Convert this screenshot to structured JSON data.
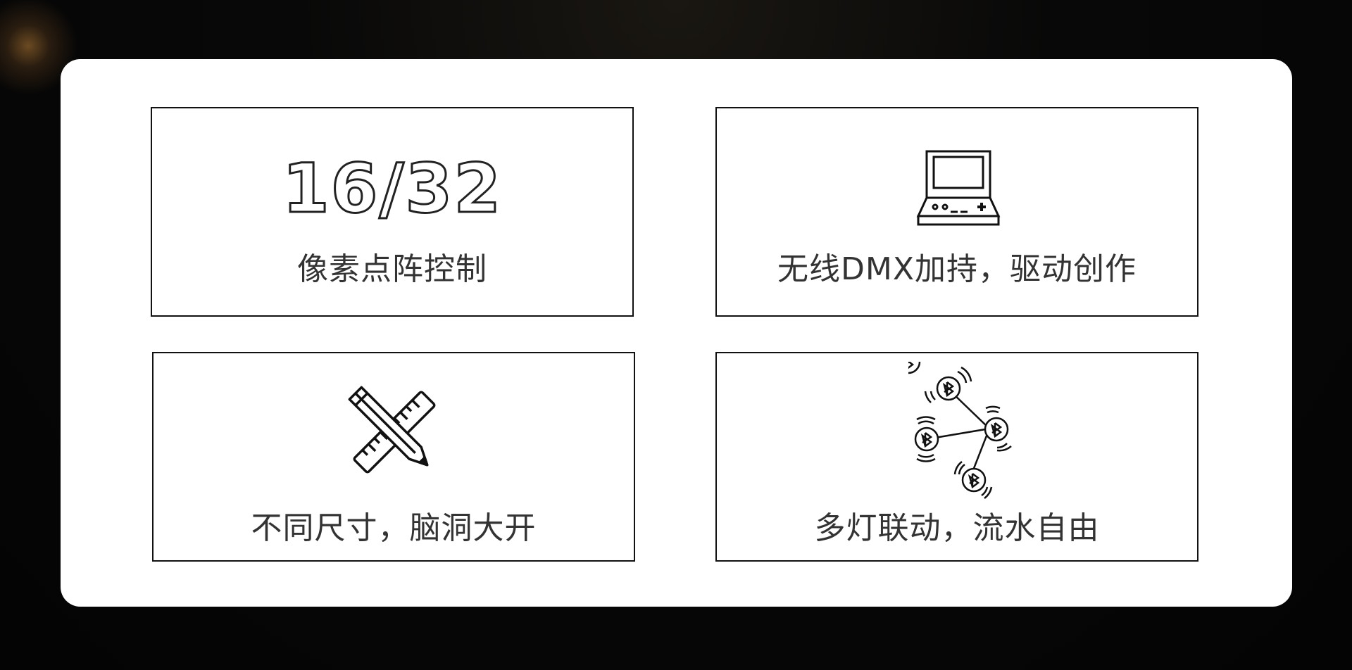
{
  "features": [
    {
      "headline": "16/32",
      "label": "像素点阵控制"
    },
    {
      "icon": "game-console-icon",
      "label": "无线DMX加持，驱动创作"
    },
    {
      "icon": "pencil-ruler-icon",
      "label": "不同尺寸，脑洞大开"
    },
    {
      "icon": "bluetooth-network-icon",
      "label": "多灯联动，流水自由"
    }
  ]
}
